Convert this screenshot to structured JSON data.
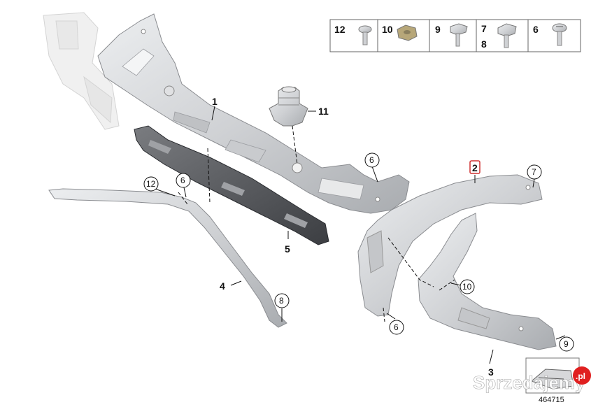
{
  "diagram": {
    "callouts": [
      {
        "id": "callout-1",
        "label": "1"
      },
      {
        "id": "callout-11",
        "label": "11"
      },
      {
        "id": "callout-2",
        "label": "2"
      },
      {
        "id": "callout-5",
        "label": "5"
      },
      {
        "id": "callout-4",
        "label": "4"
      },
      {
        "id": "callout-3",
        "label": "3"
      }
    ],
    "circle_labels": [
      {
        "id": "circle-6-top",
        "label": "6"
      },
      {
        "id": "circle-7",
        "label": "7"
      },
      {
        "id": "circle-12",
        "label": "12"
      },
      {
        "id": "circle-6-left",
        "label": "6"
      },
      {
        "id": "circle-8",
        "label": "8"
      },
      {
        "id": "circle-10",
        "label": "10"
      },
      {
        "id": "circle-6-bottom",
        "label": "6"
      },
      {
        "id": "circle-9",
        "label": "9"
      }
    ],
    "legend": [
      {
        "id": "legend-12",
        "label": "12"
      },
      {
        "id": "legend-10",
        "label": "10"
      },
      {
        "id": "legend-9",
        "label": "9"
      },
      {
        "id": "legend-7",
        "label": "7"
      },
      {
        "id": "legend-8",
        "label": "8"
      },
      {
        "id": "legend-6",
        "label": "6"
      }
    ],
    "diagram_number": "464715"
  },
  "watermark": {
    "text": "Sprzedajemy",
    "suffix": ".pl"
  },
  "colors": {
    "part_fill": "#d9dadc",
    "part_stroke": "#8a8c90",
    "ghost_fill": "#eeeeee",
    "highlight": "#d03030"
  }
}
